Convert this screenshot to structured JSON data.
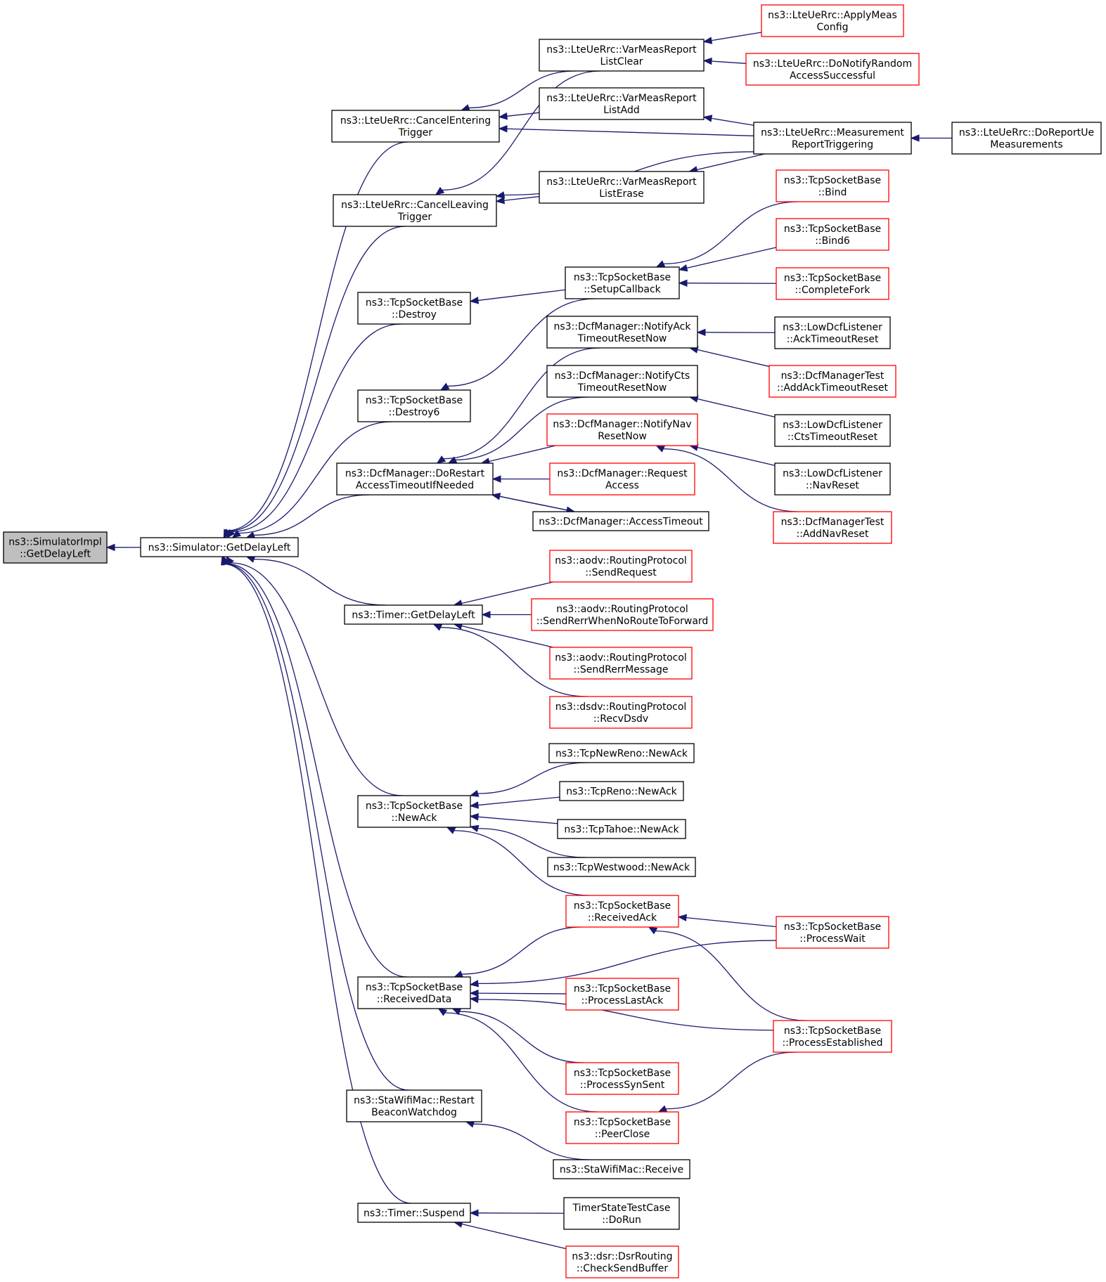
{
  "colors": {
    "edge": "#191970",
    "black_border": "#000000",
    "red_border": "#ff0000",
    "focus_fill": "#bfbfbf"
  },
  "nodes": [
    {
      "id": "n0",
      "style": "grey",
      "lines": [
        "ns3::SimulatorImpl",
        "::GetDelayLeft"
      ]
    },
    {
      "id": "n1",
      "style": "black",
      "lines": [
        "ns3::Simulator::GetDelayLeft"
      ]
    },
    {
      "id": "n2",
      "style": "black",
      "lines": [
        "ns3::LteUeRrc::CancelEntering",
        "Trigger"
      ]
    },
    {
      "id": "n3",
      "style": "black",
      "lines": [
        "ns3::LteUeRrc::CancelLeaving",
        "Trigger"
      ]
    },
    {
      "id": "n4",
      "style": "black",
      "lines": [
        "ns3::TcpSocketBase",
        "::Destroy"
      ]
    },
    {
      "id": "n5",
      "style": "black",
      "lines": [
        "ns3::TcpSocketBase",
        "::Destroy6"
      ]
    },
    {
      "id": "n6",
      "style": "black",
      "lines": [
        "ns3::DcfManager::DoRestart",
        "AccessTimeoutIfNeeded"
      ]
    },
    {
      "id": "n7",
      "style": "black",
      "lines": [
        "ns3::Timer::GetDelayLeft"
      ]
    },
    {
      "id": "n8",
      "style": "black",
      "lines": [
        "ns3::TcpSocketBase",
        "::NewAck"
      ]
    },
    {
      "id": "n9",
      "style": "black",
      "lines": [
        "ns3::TcpSocketBase",
        "::ReceivedData"
      ]
    },
    {
      "id": "n10",
      "style": "black",
      "lines": [
        "ns3::StaWifiMac::Restart",
        "BeaconWatchdog"
      ]
    },
    {
      "id": "n11",
      "style": "black",
      "lines": [
        "ns3::Timer::Suspend"
      ]
    },
    {
      "id": "n12",
      "style": "black",
      "lines": [
        "ns3::LteUeRrc::VarMeasReport",
        "ListClear"
      ]
    },
    {
      "id": "n13",
      "style": "black",
      "lines": [
        "ns3::LteUeRrc::VarMeasReport",
        "ListAdd"
      ]
    },
    {
      "id": "n14",
      "style": "black",
      "lines": [
        "ns3::LteUeRrc::VarMeasReport",
        "ListErase"
      ]
    },
    {
      "id": "n15",
      "style": "black",
      "lines": [
        "ns3::TcpSocketBase",
        "::SetupCallback"
      ]
    },
    {
      "id": "n16",
      "style": "black",
      "lines": [
        "ns3::DcfManager::NotifyAck",
        "TimeoutResetNow"
      ]
    },
    {
      "id": "n17",
      "style": "black",
      "lines": [
        "ns3::DcfManager::NotifyCts",
        "TimeoutResetNow"
      ]
    },
    {
      "id": "n18",
      "style": "red",
      "lines": [
        "ns3::DcfManager::NotifyNav",
        "ResetNow"
      ]
    },
    {
      "id": "n19",
      "style": "red",
      "lines": [
        "ns3::DcfManager::Request",
        "Access"
      ]
    },
    {
      "id": "n20",
      "style": "black",
      "lines": [
        "ns3::DcfManager::AccessTimeout"
      ]
    },
    {
      "id": "n21",
      "style": "red",
      "lines": [
        "ns3::aodv::RoutingProtocol",
        "::SendRequest"
      ]
    },
    {
      "id": "n22",
      "style": "red",
      "lines": [
        "ns3::aodv::RoutingProtocol",
        "::SendRerrWhenNoRouteToForward"
      ]
    },
    {
      "id": "n23",
      "style": "red",
      "lines": [
        "ns3::aodv::RoutingProtocol",
        "::SendRerrMessage"
      ]
    },
    {
      "id": "n24",
      "style": "red",
      "lines": [
        "ns3::dsdv::RoutingProtocol",
        "::RecvDsdv"
      ]
    },
    {
      "id": "n25",
      "style": "black",
      "lines": [
        "ns3::TcpNewReno::NewAck"
      ]
    },
    {
      "id": "n26",
      "style": "black",
      "lines": [
        "ns3::TcpReno::NewAck"
      ]
    },
    {
      "id": "n27",
      "style": "black",
      "lines": [
        "ns3::TcpTahoe::NewAck"
      ]
    },
    {
      "id": "n28",
      "style": "black",
      "lines": [
        "ns3::TcpWestwood::NewAck"
      ]
    },
    {
      "id": "n29",
      "style": "red",
      "lines": [
        "ns3::TcpSocketBase",
        "::ReceivedAck"
      ]
    },
    {
      "id": "n30",
      "style": "red",
      "lines": [
        "ns3::TcpSocketBase",
        "::ProcessLastAck"
      ]
    },
    {
      "id": "n31",
      "style": "red",
      "lines": [
        "ns3::TcpSocketBase",
        "::ProcessSynSent"
      ]
    },
    {
      "id": "n32",
      "style": "red",
      "lines": [
        "ns3::TcpSocketBase",
        "::PeerClose"
      ]
    },
    {
      "id": "n33",
      "style": "black",
      "lines": [
        "ns3::StaWifiMac::Receive"
      ]
    },
    {
      "id": "n34",
      "style": "black",
      "lines": [
        "TimerStateTestCase",
        "::DoRun"
      ]
    },
    {
      "id": "n35",
      "style": "red",
      "lines": [
        "ns3::dsr::DsrRouting",
        "::CheckSendBuffer"
      ]
    },
    {
      "id": "n36",
      "style": "red",
      "lines": [
        "ns3::LteUeRrc::ApplyMeas",
        "Config"
      ]
    },
    {
      "id": "n37",
      "style": "red",
      "lines": [
        "ns3::LteUeRrc::DoNotifyRandom",
        "AccessSuccessful"
      ]
    },
    {
      "id": "n38",
      "style": "black",
      "lines": [
        "ns3::LteUeRrc::Measurement",
        "ReportTriggering"
      ]
    },
    {
      "id": "n39",
      "style": "red",
      "lines": [
        "ns3::TcpSocketBase",
        "::Bind"
      ]
    },
    {
      "id": "n40",
      "style": "red",
      "lines": [
        "ns3::TcpSocketBase",
        "::Bind6"
      ]
    },
    {
      "id": "n41",
      "style": "red",
      "lines": [
        "ns3::TcpSocketBase",
        "::CompleteFork"
      ]
    },
    {
      "id": "n42",
      "style": "black",
      "lines": [
        "ns3::LowDcfListener",
        "::AckTimeoutReset"
      ]
    },
    {
      "id": "n43",
      "style": "red",
      "lines": [
        "ns3::DcfManagerTest",
        "::AddAckTimeoutReset"
      ]
    },
    {
      "id": "n44",
      "style": "black",
      "lines": [
        "ns3::LowDcfListener",
        "::CtsTimeoutReset"
      ]
    },
    {
      "id": "n45",
      "style": "black",
      "lines": [
        "ns3::LowDcfListener",
        "::NavReset"
      ]
    },
    {
      "id": "n46",
      "style": "red",
      "lines": [
        "ns3::DcfManagerTest",
        "::AddNavReset"
      ]
    },
    {
      "id": "n47",
      "style": "red",
      "lines": [
        "ns3::TcpSocketBase",
        "::ProcessWait"
      ]
    },
    {
      "id": "n48",
      "style": "red",
      "lines": [
        "ns3::TcpSocketBase",
        "::ProcessEstablished"
      ]
    },
    {
      "id": "n49",
      "style": "black",
      "lines": [
        "ns3::LteUeRrc::DoReportUe",
        "Measurements"
      ]
    }
  ],
  "edges": [
    {
      "from": "n1",
      "to": "n0"
    },
    {
      "from": "n2",
      "to": "n1"
    },
    {
      "from": "n3",
      "to": "n1"
    },
    {
      "from": "n4",
      "to": "n1"
    },
    {
      "from": "n5",
      "to": "n1"
    },
    {
      "from": "n6",
      "to": "n1"
    },
    {
      "from": "n7",
      "to": "n1"
    },
    {
      "from": "n8",
      "to": "n1"
    },
    {
      "from": "n9",
      "to": "n1"
    },
    {
      "from": "n10",
      "to": "n1"
    },
    {
      "from": "n11",
      "to": "n1"
    },
    {
      "from": "n12",
      "to": "n2"
    },
    {
      "from": "n13",
      "to": "n2"
    },
    {
      "from": "n38",
      "to": "n2"
    },
    {
      "from": "n12",
      "to": "n3"
    },
    {
      "from": "n14",
      "to": "n3"
    },
    {
      "from": "n38",
      "to": "n3"
    },
    {
      "from": "n15",
      "to": "n4"
    },
    {
      "from": "n15",
      "to": "n5"
    },
    {
      "from": "n16",
      "to": "n6"
    },
    {
      "from": "n17",
      "to": "n6"
    },
    {
      "from": "n18",
      "to": "n6"
    },
    {
      "from": "n19",
      "to": "n6"
    },
    {
      "from": "n20",
      "to": "n6"
    },
    {
      "from": "n6",
      "to": "n20"
    },
    {
      "from": "n21",
      "to": "n7"
    },
    {
      "from": "n22",
      "to": "n7"
    },
    {
      "from": "n23",
      "to": "n7"
    },
    {
      "from": "n24",
      "to": "n7"
    },
    {
      "from": "n25",
      "to": "n8"
    },
    {
      "from": "n26",
      "to": "n8"
    },
    {
      "from": "n27",
      "to": "n8"
    },
    {
      "from": "n28",
      "to": "n8"
    },
    {
      "from": "n29",
      "to": "n8"
    },
    {
      "from": "n29",
      "to": "n9"
    },
    {
      "from": "n47",
      "to": "n9"
    },
    {
      "from": "n30",
      "to": "n9"
    },
    {
      "from": "n48",
      "to": "n9"
    },
    {
      "from": "n31",
      "to": "n9"
    },
    {
      "from": "n32",
      "to": "n9"
    },
    {
      "from": "n33",
      "to": "n10"
    },
    {
      "from": "n34",
      "to": "n11"
    },
    {
      "from": "n35",
      "to": "n11"
    },
    {
      "from": "n36",
      "to": "n12"
    },
    {
      "from": "n37",
      "to": "n12"
    },
    {
      "from": "n38",
      "to": "n13"
    },
    {
      "from": "n38",
      "to": "n14"
    },
    {
      "from": "n49",
      "to": "n38"
    },
    {
      "from": "n39",
      "to": "n15"
    },
    {
      "from": "n40",
      "to": "n15"
    },
    {
      "from": "n41",
      "to": "n15"
    },
    {
      "from": "n42",
      "to": "n16"
    },
    {
      "from": "n43",
      "to": "n16"
    },
    {
      "from": "n44",
      "to": "n17"
    },
    {
      "from": "n45",
      "to": "n18"
    },
    {
      "from": "n46",
      "to": "n18"
    },
    {
      "from": "n47",
      "to": "n29"
    },
    {
      "from": "n48",
      "to": "n29"
    },
    {
      "from": "n48",
      "to": "n32"
    }
  ]
}
